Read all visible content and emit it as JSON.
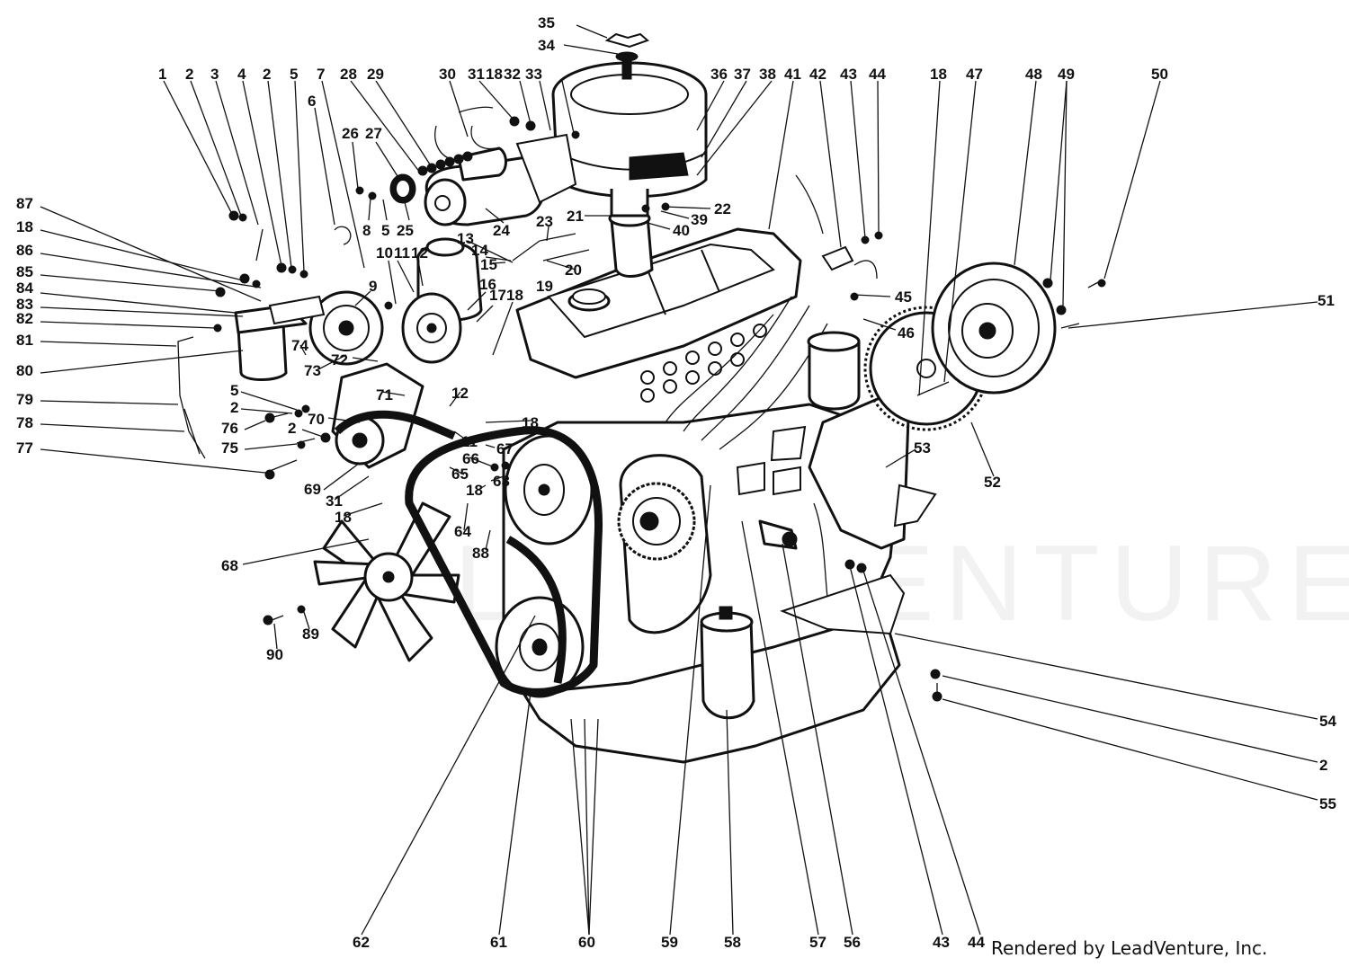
{
  "credit": "Rendered by LeadVenture, Inc.",
  "watermark": "LEADVENTURE",
  "callouts": [
    {
      "label": "35"
    },
    {
      "label": "34"
    },
    {
      "label": "1"
    },
    {
      "label": "2"
    },
    {
      "label": "3"
    },
    {
      "label": "4"
    },
    {
      "label": "2"
    },
    {
      "label": "5"
    },
    {
      "label": "7"
    },
    {
      "label": "6"
    },
    {
      "label": "28"
    },
    {
      "label": "29"
    },
    {
      "label": "30"
    },
    {
      "label": "31"
    },
    {
      "label": "18"
    },
    {
      "label": "32"
    },
    {
      "label": "33"
    },
    {
      "label": "36"
    },
    {
      "label": "37"
    },
    {
      "label": "38"
    },
    {
      "label": "41"
    },
    {
      "label": "42"
    },
    {
      "label": "43"
    },
    {
      "label": "44"
    },
    {
      "label": "18"
    },
    {
      "label": "47"
    },
    {
      "label": "48"
    },
    {
      "label": "49"
    },
    {
      "label": "50"
    },
    {
      "label": "26"
    },
    {
      "label": "27"
    },
    {
      "label": "87"
    },
    {
      "label": "18"
    },
    {
      "label": "86"
    },
    {
      "label": "85"
    },
    {
      "label": "84"
    },
    {
      "label": "83"
    },
    {
      "label": "82"
    },
    {
      "label": "81"
    },
    {
      "label": "80"
    },
    {
      "label": "79"
    },
    {
      "label": "78"
    },
    {
      "label": "77"
    },
    {
      "label": "76"
    },
    {
      "label": "75"
    },
    {
      "label": "2"
    },
    {
      "label": "5"
    },
    {
      "label": "2"
    },
    {
      "label": "8"
    },
    {
      "label": "5"
    },
    {
      "label": "25"
    },
    {
      "label": "24"
    },
    {
      "label": "22"
    },
    {
      "label": "21"
    },
    {
      "label": "39"
    },
    {
      "label": "40"
    },
    {
      "label": "23"
    },
    {
      "label": "13"
    },
    {
      "label": "14"
    },
    {
      "label": "15"
    },
    {
      "label": "19"
    },
    {
      "label": "20"
    },
    {
      "label": "10"
    },
    {
      "label": "11"
    },
    {
      "label": "12"
    },
    {
      "label": "9"
    },
    {
      "label": "16"
    },
    {
      "label": "17"
    },
    {
      "label": "18"
    },
    {
      "label": "74"
    },
    {
      "label": "73"
    },
    {
      "label": "72"
    },
    {
      "label": "71"
    },
    {
      "label": "70"
    },
    {
      "label": "12"
    },
    {
      "label": "18"
    },
    {
      "label": "11"
    },
    {
      "label": "67"
    },
    {
      "label": "66"
    },
    {
      "label": "65"
    },
    {
      "label": "63"
    },
    {
      "label": "18"
    },
    {
      "label": "69"
    },
    {
      "label": "31"
    },
    {
      "label": "18"
    },
    {
      "label": "64"
    },
    {
      "label": "88"
    },
    {
      "label": "68"
    },
    {
      "label": "89"
    },
    {
      "label": "90"
    },
    {
      "label": "45"
    },
    {
      "label": "46"
    },
    {
      "label": "51"
    },
    {
      "label": "52"
    },
    {
      "label": "53"
    },
    {
      "label": "54"
    },
    {
      "label": "2"
    },
    {
      "label": "55"
    },
    {
      "label": "62"
    },
    {
      "label": "61"
    },
    {
      "label": "60"
    },
    {
      "label": "59"
    },
    {
      "label": "58"
    },
    {
      "label": "57"
    },
    {
      "label": "56"
    },
    {
      "label": "43"
    },
    {
      "label": "44"
    }
  ]
}
